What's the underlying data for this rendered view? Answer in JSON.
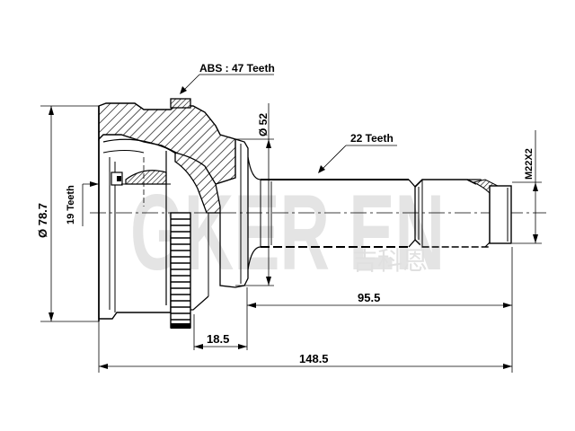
{
  "diagram": {
    "type": "technical-drawing",
    "subject": "CV joint (outer) with ABS ring",
    "annotations": {
      "abs_teeth": "ABS : 47 Teeth",
      "shaft_spline": "22 Teeth",
      "inner_spline": "19 Teeth",
      "thread": "M22X2"
    },
    "dimensions": {
      "outer_diameter": "Ø 78.7",
      "seal_diameter": "Ø 52",
      "shaft_length": "95.5",
      "abs_offset": "18.5",
      "overall_length": "148.5"
    },
    "watermark": {
      "latin": "GKER EN",
      "chinese": "吉科恩"
    },
    "colors": {
      "line": "#000000",
      "background": "#ffffff",
      "watermark": "#e4e4e4"
    }
  }
}
